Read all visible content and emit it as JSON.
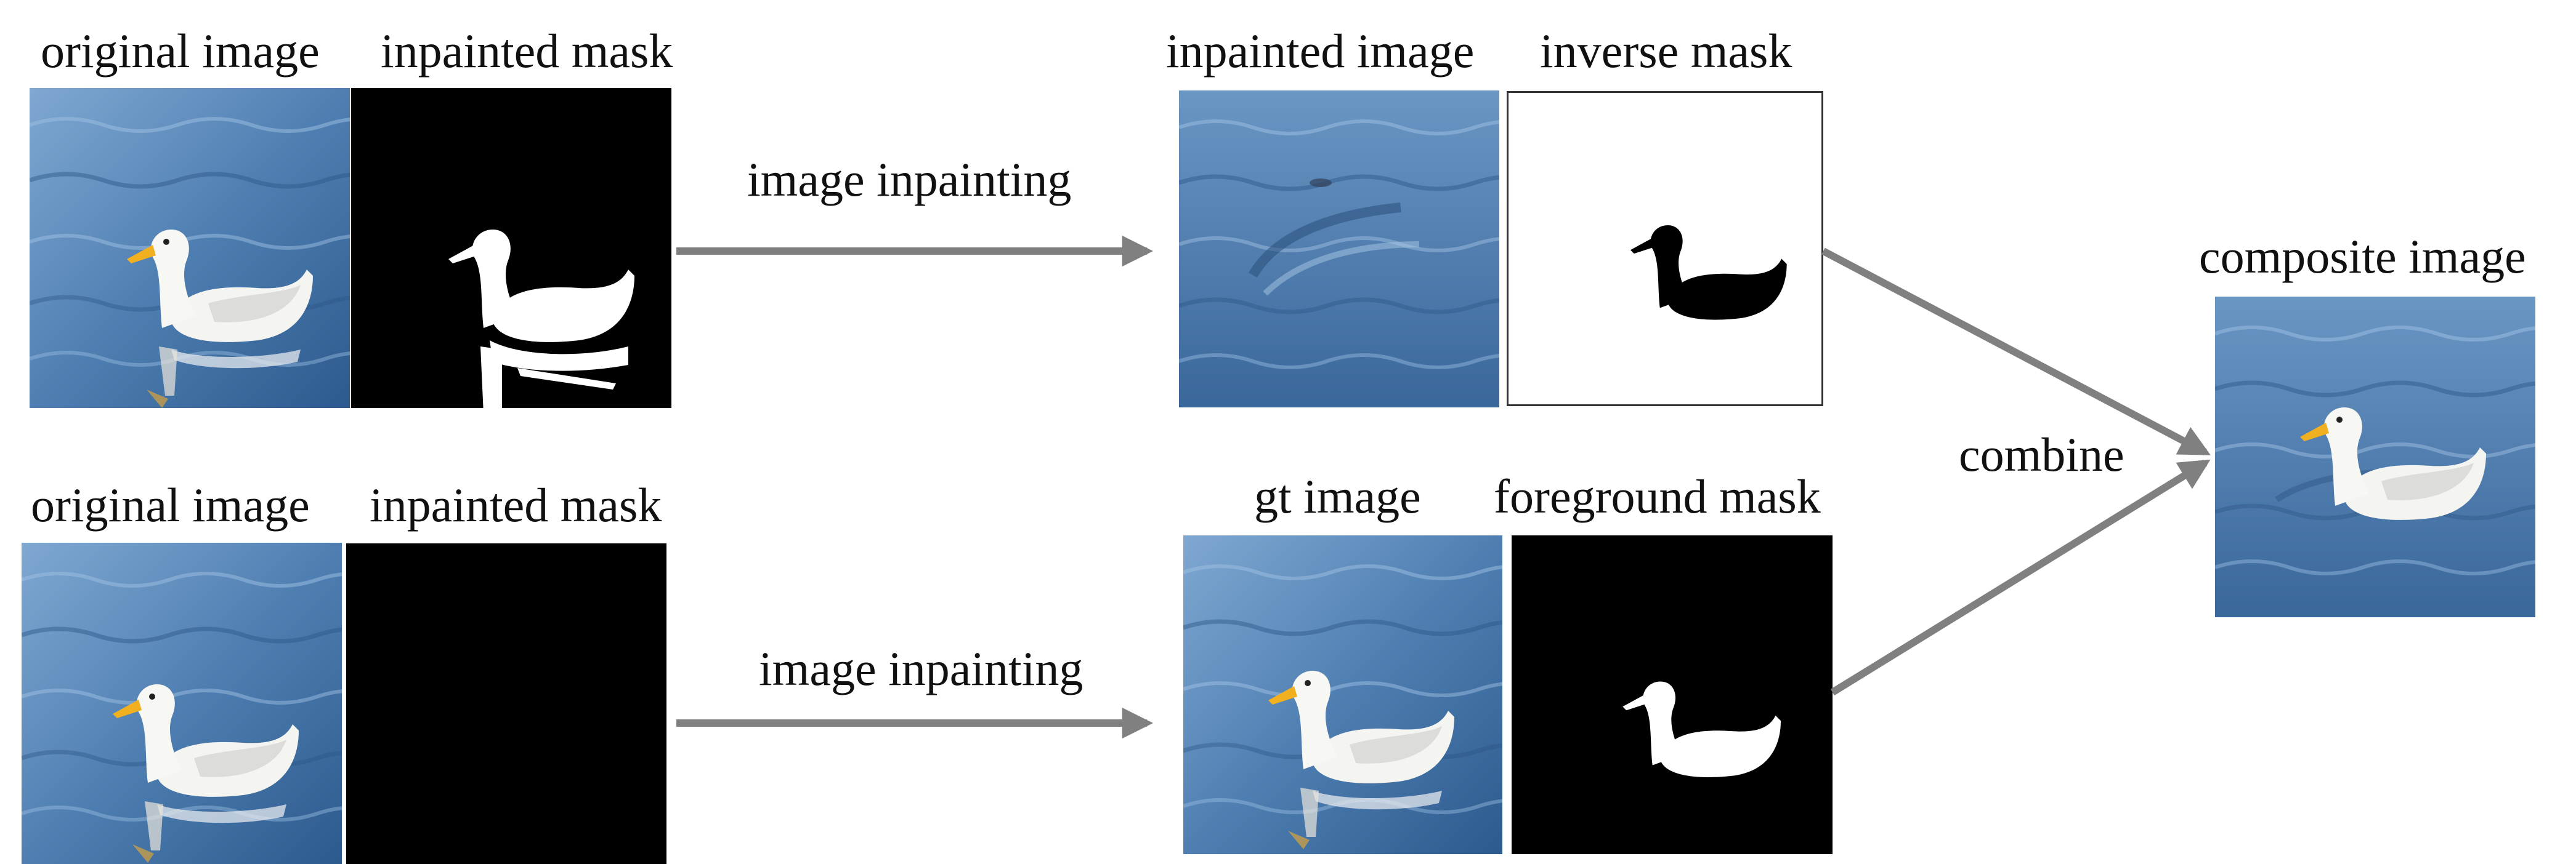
{
  "labels": {
    "row1_original": "original image",
    "row1_mask": "inpainted mask",
    "row1_process": "image inpainting",
    "row1_inpainted": "inpainted image",
    "row1_inverse": "inverse mask",
    "row2_original": "original image",
    "row2_mask": "inpainted mask",
    "row2_process": "image inpainting",
    "row2_gt": "gt image",
    "row2_foreground": "foreground mask",
    "combine": "combine",
    "composite": "composite image"
  },
  "colors": {
    "water_light": "#6f9bc8",
    "water_mid": "#4f7fb2",
    "water_dark": "#2f5c8f",
    "duck": "#f2f2ef",
    "beak": "#f0b020",
    "mask_bg": "#000000",
    "mask_fg": "#ffffff",
    "arrow": "#808080"
  },
  "icons": [
    "duck-photo",
    "binary-mask",
    "arrow-right",
    "arrow-diagonal"
  ]
}
